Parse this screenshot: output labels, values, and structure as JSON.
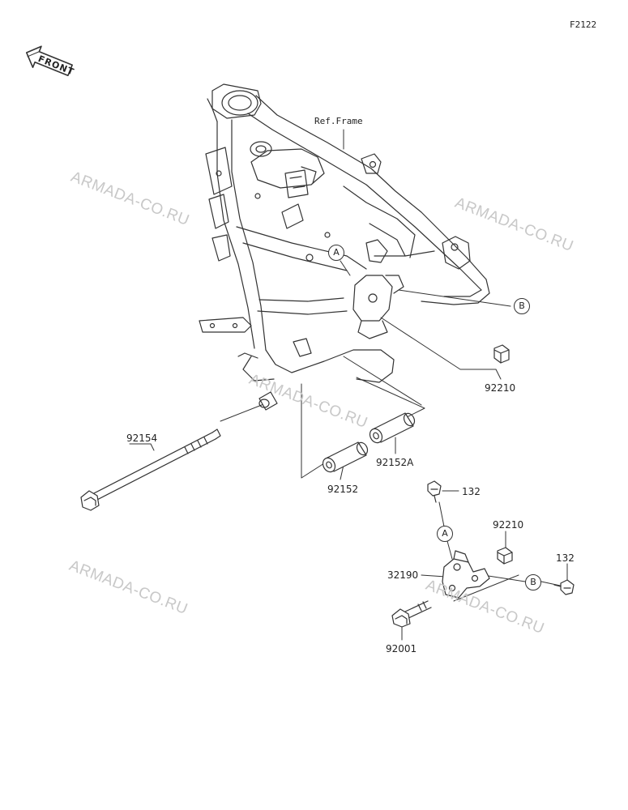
{
  "header": {
    "figure_code": "F2122"
  },
  "front_badge": {
    "text": "FRONT"
  },
  "frame_label": "Ref.Frame",
  "parts": [
    {
      "number": "92154"
    },
    {
      "number": "92152"
    },
    {
      "number": "92152A"
    },
    {
      "number": "92210"
    },
    {
      "number": "92210"
    },
    {
      "number": "132"
    },
    {
      "number": "132"
    },
    {
      "number": "32190"
    },
    {
      "number": "92001"
    }
  ],
  "callouts": [
    {
      "letter": "A"
    },
    {
      "letter": "B"
    },
    {
      "letter": "A"
    },
    {
      "letter": "B"
    }
  ],
  "watermark": {
    "text": "ARMADA-CO.RU"
  },
  "colors": {
    "line": "#333333",
    "watermark": "#c8c8c8"
  }
}
